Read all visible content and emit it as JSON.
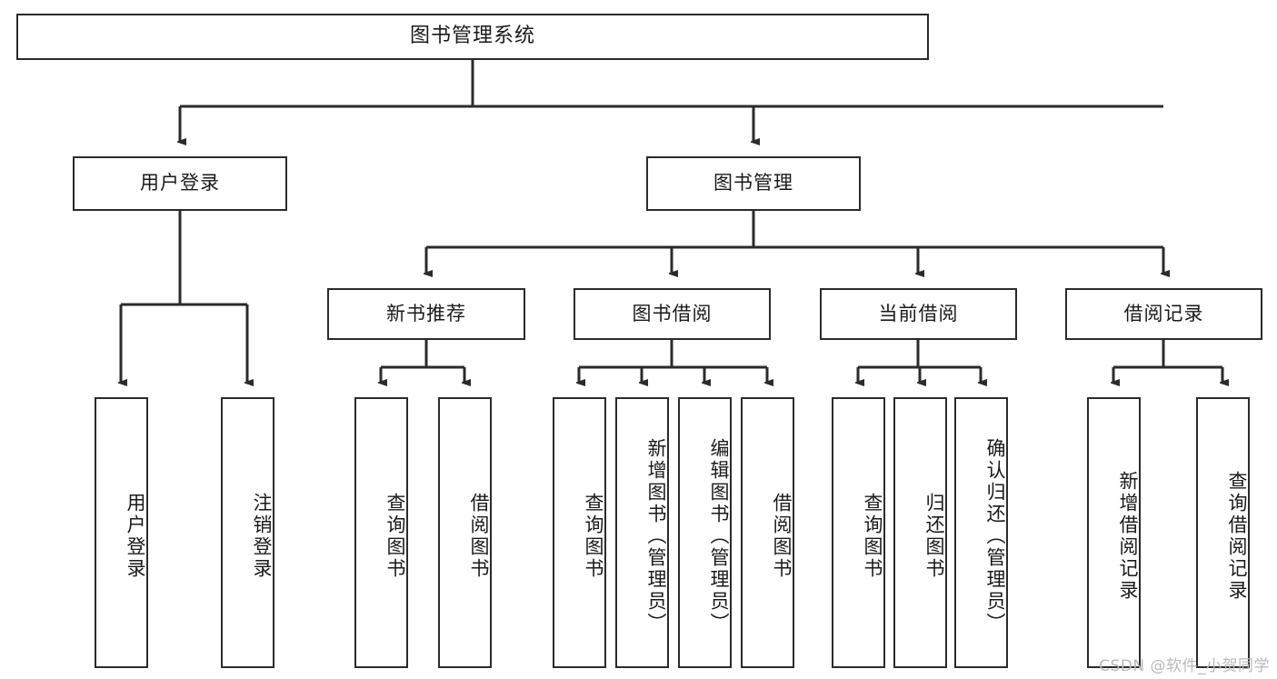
{
  "diagram": {
    "title": "图书管理系统",
    "type": "tree-hierarchy-chart",
    "colors": {
      "background": "#ffffff",
      "box_border": "#2b2b2b",
      "box_fill": "#ffffff",
      "edge": "#2b2b2b",
      "text": "#1a1a1a",
      "watermark": "#b9b9b9"
    },
    "watermark": "CSDN @软件_小贺同学",
    "root": {
      "label": "图书管理系统"
    },
    "level1": [
      {
        "label": "用户登录"
      },
      {
        "label": "图书管理"
      }
    ],
    "level2": [
      {
        "label": "新书推荐"
      },
      {
        "label": "图书借阅"
      },
      {
        "label": "当前借阅"
      },
      {
        "label": "借阅记录"
      }
    ],
    "leaves": {
      "user_login": [
        {
          "label": "用户登录"
        },
        {
          "label": "注销登录"
        }
      ],
      "new_book_recommend": [
        {
          "label": "查询图书"
        },
        {
          "label": "借阅图书"
        }
      ],
      "book_borrow": [
        {
          "label": "查询图书"
        },
        {
          "label": "新增图书（管理员）"
        },
        {
          "label": "编辑图书（管理员）"
        },
        {
          "label": "借阅图书"
        }
      ],
      "current_borrow": [
        {
          "label": "查询图书"
        },
        {
          "label": "归还图书"
        },
        {
          "label": "确认归还（管理员）"
        }
      ],
      "borrow_record": [
        {
          "label": "新增借阅记录"
        },
        {
          "label": "查询借阅记录"
        }
      ]
    }
  }
}
